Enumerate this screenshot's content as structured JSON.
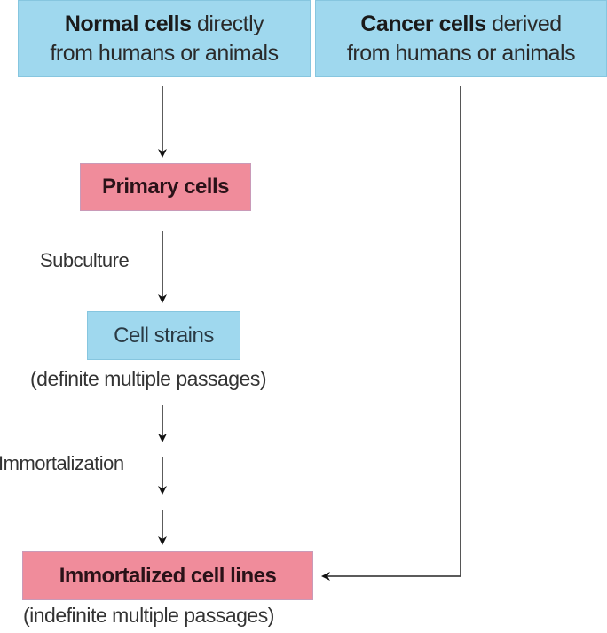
{
  "diagram": {
    "nodes": {
      "normal_cells": {
        "bold": "Normal cells",
        "rest": " directly",
        "line2": "from humans or animals",
        "color": "#9fd8ee"
      },
      "cancer_cells": {
        "bold": "Cancer cells",
        "rest": " derived",
        "line2": "from humans or animals",
        "color": "#9fd8ee"
      },
      "primary_cells": {
        "label": "Primary cells",
        "color": "#f08c9b"
      },
      "cell_strains": {
        "label": "Cell strains",
        "note": "(definite multiple passages)",
        "color": "#9fd8ee"
      },
      "immortalized_cell_lines": {
        "label": "Immortalized cell lines",
        "note": "(indefinite multiple passages)",
        "color": "#f08c9b"
      }
    },
    "edge_labels": {
      "subculture": "Subculture",
      "immortalization": "Immortalization"
    },
    "edges": [
      {
        "from": "normal_cells",
        "to": "primary_cells",
        "label": ""
      },
      {
        "from": "primary_cells",
        "to": "cell_strains",
        "label": "Subculture"
      },
      {
        "from": "cell_strains",
        "to": "immortalized_cell_lines",
        "label": "Immortalization"
      },
      {
        "from": "cancer_cells",
        "to": "immortalized_cell_lines",
        "label": ""
      }
    ]
  }
}
